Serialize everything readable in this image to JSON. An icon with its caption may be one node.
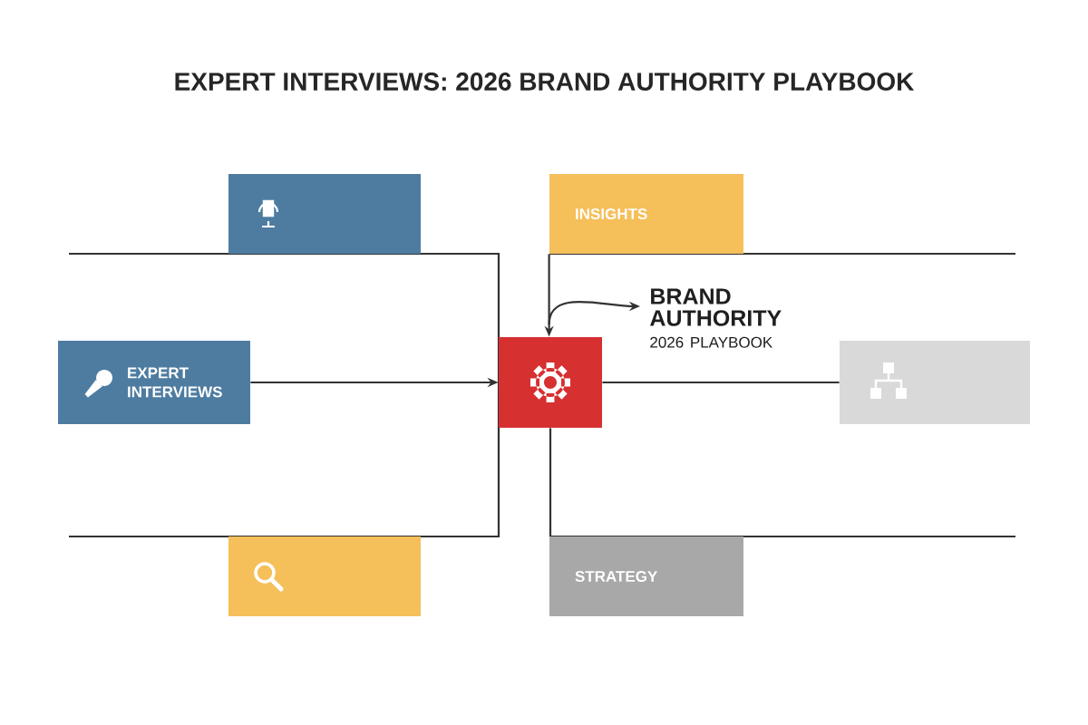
{
  "diagram": {
    "title": "EXPERT INTERVIEWS: 2026 BRAND AUTHORITY PLAYBOOK",
    "nodes": [
      {
        "text": [],
        "shape": "box"
      },
      {
        "text": [
          "INSIGHTS"
        ]
      },
      {
        "text": [
          "EXPERT INTERVIEWS"
        ]
      },
      {
        "text": [],
        "shape": "box"
      },
      {
        "text": [
          "BRAND AUTHORITY",
          "2026 PLAYBOOK"
        ]
      },
      {
        "text": [],
        "shape": "box"
      },
      {
        "text": [],
        "shape": "box"
      },
      {
        "text": [
          "STRATEGY"
        ]
      }
    ],
    "edges": [
      {
        "from": 2,
        "to": 3,
        "arrow": "to"
      },
      {
        "from": 1,
        "to": 3,
        "arrow": "to"
      },
      {
        "from": 3,
        "to": 4,
        "arrow": "to"
      },
      {
        "from": 3,
        "to": 5,
        "arrow": "none"
      },
      {
        "from": 3,
        "to": 7,
        "arrow": "none"
      }
    ]
  }
}
